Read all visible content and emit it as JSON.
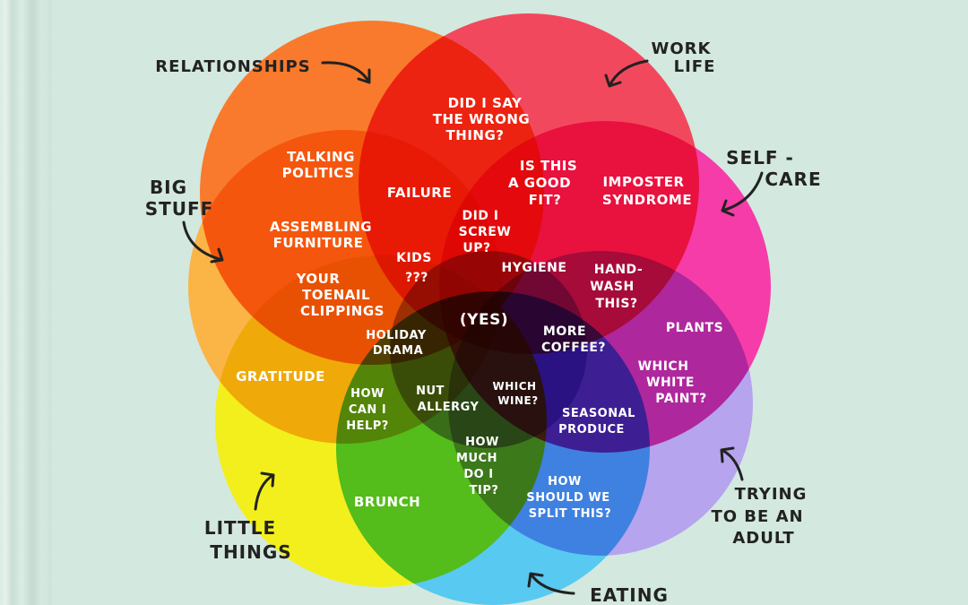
{
  "categories": {
    "relationships": "RELATIONSHIPS",
    "work_life": [
      "WORK",
      "LIFE"
    ],
    "self_care": [
      "SELF -",
      "CARE"
    ],
    "big_stuff": [
      "BIG",
      "STUFF"
    ],
    "little_things": [
      "LITTLE",
      "THINGS"
    ],
    "trying_adult": [
      "TRYING",
      "TO BE AN",
      "ADULT"
    ],
    "eating": "EATING"
  },
  "regions": {
    "wrong_thing": [
      "DID I SAY",
      "THE WRONG",
      "THING?"
    ],
    "talking_politics": [
      "TALKING",
      "POLITICS"
    ],
    "failure": "FAILURE",
    "good_fit": [
      "IS THIS",
      "A GOOD",
      "FIT?"
    ],
    "imposter": [
      "IMPOSTER",
      "SYNDROME"
    ],
    "assembling": [
      "ASSEMBLING",
      "FURNITURE"
    ],
    "screw_up": [
      "DID I",
      "SCREW",
      "UP?"
    ],
    "kids": [
      "KIDS",
      "???"
    ],
    "hygiene": "HYGIENE",
    "handwash": [
      "HAND-",
      "WASH",
      "THIS?"
    ],
    "toenail": [
      "YOUR",
      "TOENAIL",
      "CLIPPINGS"
    ],
    "yes": "(YES)",
    "holiday": [
      "HOLIDAY",
      "DRAMA"
    ],
    "coffee": [
      "MORE",
      "COFFEE?"
    ],
    "plants": "PLANTS",
    "gratitude": "GRATITUDE",
    "help": [
      "HOW",
      "CAN I",
      "HELP?"
    ],
    "nut": [
      "NUT",
      "ALLERGY"
    ],
    "wine": [
      "WHICH",
      "WINE?"
    ],
    "paint": [
      "WHICH",
      "WHITE",
      "PAINT?"
    ],
    "seasonal": [
      "SEASONAL",
      "PRODUCE"
    ],
    "tip": [
      "HOW",
      "MUCH",
      "DO I",
      "TIP?"
    ],
    "brunch": "BRUNCH",
    "split": [
      "HOW",
      "SHOULD WE",
      "SPLIT THIS?"
    ]
  },
  "colors": {
    "background": "#d3e8df",
    "relationships": "#f97a2c",
    "work_life": "#f2485e",
    "self_care": "#f63ca8",
    "big_stuff": "#fbb446",
    "little_things": "#f3ef1c",
    "eating": "#58c9f0",
    "trying_adult": "#b6a4ee",
    "center": "#6a3cc8"
  }
}
